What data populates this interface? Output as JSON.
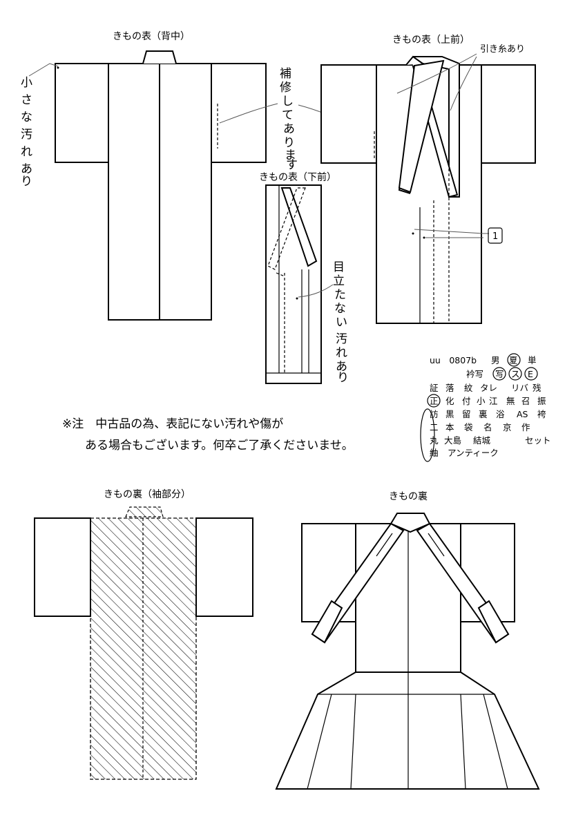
{
  "labels": {
    "back": "きもの表（背中）",
    "front_upper": "きもの表（上前）",
    "front_lower": "きもの表（下前）",
    "lining_sleeve": "きもの裏（袖部分）",
    "lining": "きもの裏"
  },
  "handwritten": {
    "small_stain": [
      "小",
      "さ",
      "な",
      "汚",
      "れ",
      "あ",
      "り"
    ],
    "repaired": [
      "補",
      "修",
      "し",
      "て",
      "あ",
      "り",
      "ま",
      "す"
    ],
    "pulled_thread": "引き糸あり",
    "faint_stain": [
      "目",
      "立",
      "た",
      "な",
      "い",
      "汚",
      "れ",
      "あ",
      "り"
    ],
    "count": "1"
  },
  "notice": {
    "line1": "※注　中古品の為、表記にない汚れや傷が",
    "line2": "ある場合もございます。何卒ご了承くださいませ。"
  },
  "code_table": {
    "row1": {
      "code": "uu　0807b",
      "gender": "男",
      "season": "夏",
      "type": "単"
    },
    "row2": {
      "a": "衿写",
      "b": "写",
      "c": "ス",
      "d": "E"
    },
    "row3": [
      "証",
      "落",
      "紋",
      "タレ",
      "リバ",
      "残"
    ],
    "row4": [
      "正",
      "化",
      "付",
      "小",
      "江",
      "無",
      "召",
      "振"
    ],
    "row5": [
      "訪",
      "黒",
      "留",
      "裏",
      "浴",
      "AS",
      "袴"
    ],
    "row6": [
      "二",
      "本",
      "袋",
      "名",
      "京",
      "作"
    ],
    "row7": [
      "丸",
      "大島",
      "結城",
      "セット"
    ],
    "row8": [
      "紬",
      "アンティーク"
    ]
  }
}
